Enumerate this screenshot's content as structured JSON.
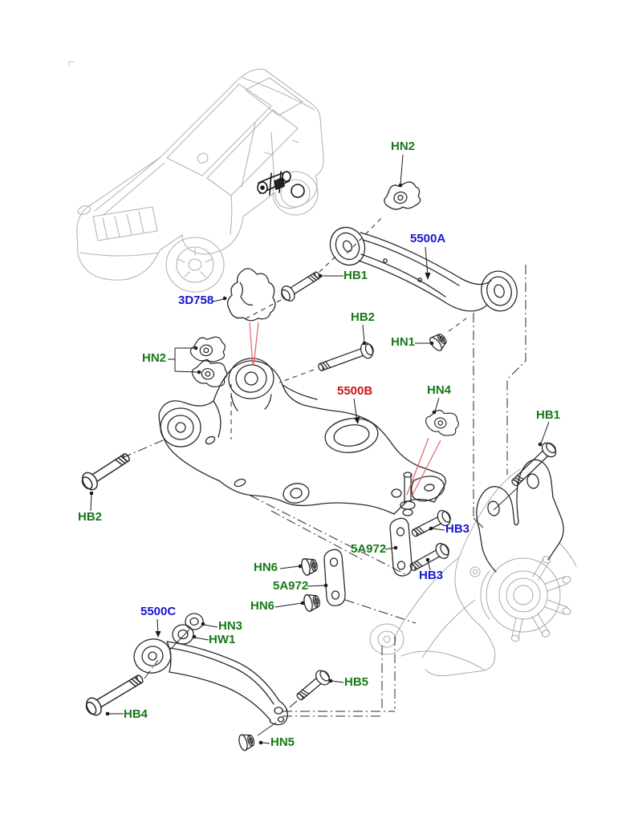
{
  "diagram": {
    "type": "exploded-parts-diagram",
    "subject": "rear-suspension-arms",
    "background": "#ffffff"
  },
  "palette": {
    "label_green": "#177917",
    "label_blue": "#1616cf",
    "label_red": "#c81616",
    "line_dark": "#2a2a2a",
    "line_ghost": "#a9a9a9",
    "line_car": "#b5b5b5",
    "indicator_red": "#e56262"
  },
  "labels": [
    {
      "id": "hn2-top",
      "text": "HN2",
      "color": "green"
    },
    {
      "id": "p5500a",
      "text": "5500A",
      "color": "blue"
    },
    {
      "id": "hb1-top",
      "text": "HB1",
      "color": "green"
    },
    {
      "id": "p3d758",
      "text": "3D758",
      "color": "blue"
    },
    {
      "id": "hb2-top",
      "text": "HB2",
      "color": "green"
    },
    {
      "id": "hn1",
      "text": "HN1",
      "color": "green"
    },
    {
      "id": "hn2-left",
      "text": "HN2",
      "color": "green"
    },
    {
      "id": "p5500b",
      "text": "5500B",
      "color": "red"
    },
    {
      "id": "hn4",
      "text": "HN4",
      "color": "green"
    },
    {
      "id": "hb1-right",
      "text": "HB1",
      "color": "green"
    },
    {
      "id": "hb2-left",
      "text": "HB2",
      "color": "green"
    },
    {
      "id": "hb3-upper",
      "text": "HB3",
      "color": "blue"
    },
    {
      "id": "p5a972-up",
      "text": "5A972",
      "color": "green"
    },
    {
      "id": "hb3-lower",
      "text": "HB3",
      "color": "blue"
    },
    {
      "id": "hn6-upper",
      "text": "HN6",
      "color": "green"
    },
    {
      "id": "p5a972-low",
      "text": "5A972",
      "color": "green"
    },
    {
      "id": "hn6-lower",
      "text": "HN6",
      "color": "green"
    },
    {
      "id": "p5500c",
      "text": "5500C",
      "color": "blue"
    },
    {
      "id": "hn3",
      "text": "HN3",
      "color": "green"
    },
    {
      "id": "hw1",
      "text": "HW1",
      "color": "green"
    },
    {
      "id": "hb4",
      "text": "HB4",
      "color": "green"
    },
    {
      "id": "hb5",
      "text": "HB5",
      "color": "green"
    },
    {
      "id": "hn5",
      "text": "HN5",
      "color": "green"
    }
  ]
}
